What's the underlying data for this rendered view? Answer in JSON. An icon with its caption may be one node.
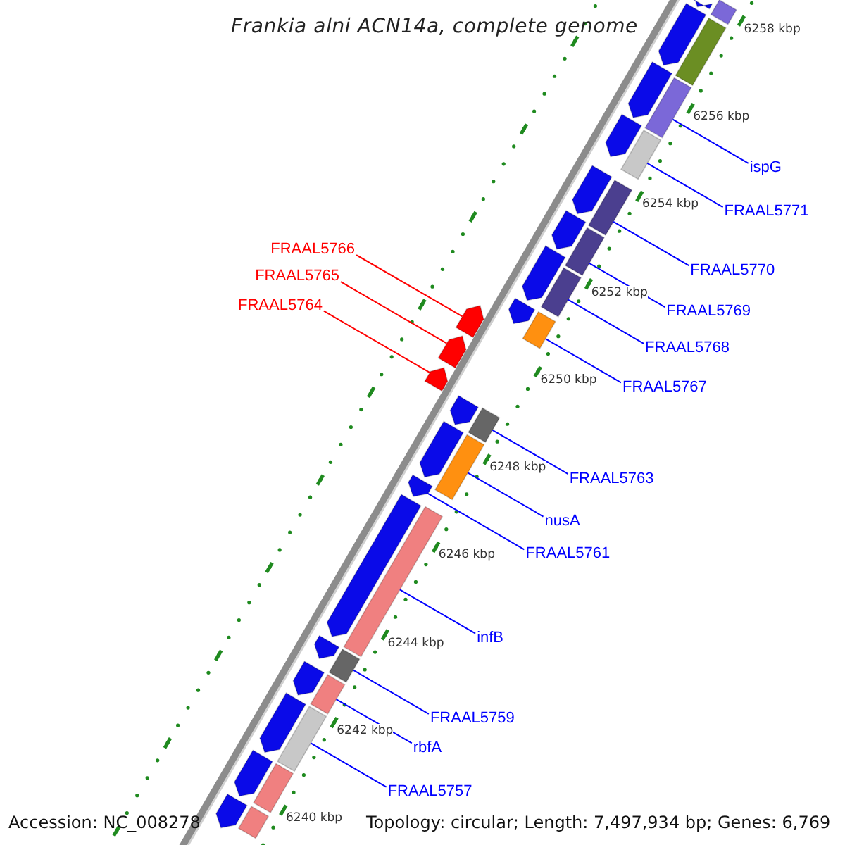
{
  "diagram": {
    "title": "Frankia alni ACN14a, complete genome",
    "nodes": [
      {
        "text": [
          "ispG"
        ]
      },
      {
        "text": [
          "FRAAL5771"
        ]
      },
      {
        "text": [
          "FRAAL5770"
        ]
      },
      {
        "text": [
          "FRAAL5769"
        ]
      },
      {
        "text": [
          "FRAAL5768"
        ]
      },
      {
        "text": [
          "FRAAL5767"
        ]
      },
      {
        "text": [
          "FRAAL5766"
        ]
      },
      {
        "text": [
          "FRAAL5765"
        ]
      },
      {
        "text": [
          "FRAAL5764"
        ]
      },
      {
        "text": [
          "FRAAL5763"
        ]
      },
      {
        "text": [
          "nusA"
        ]
      },
      {
        "text": [
          "FRAAL5761"
        ]
      },
      {
        "text": [
          "infB"
        ]
      },
      {
        "text": [
          "FRAAL5759"
        ]
      },
      {
        "text": [
          "rbfA"
        ]
      },
      {
        "text": [
          "FRAAL5757"
        ]
      },
      {
        "text": [],
        "shape": "bar"
      },
      {
        "text": [],
        "shape": "bar"
      },
      {
        "text": [],
        "shape": "bar"
      },
      {
        "text": [],
        "shape": "bar"
      },
      {
        "text": [],
        "shape": "bar"
      },
      {
        "text": [],
        "shape": "bar"
      },
      {
        "text": [],
        "shape": "pentagon"
      },
      {
        "text": [],
        "shape": "pentagon"
      },
      {
        "text": [],
        "shape": "pentagon"
      },
      {
        "text": [],
        "shape": "bar"
      },
      {
        "text": [],
        "shape": "bar"
      },
      {
        "text": [],
        "shape": "pentagon"
      },
      {
        "text": [],
        "shape": "bar"
      },
      {
        "text": [],
        "shape": "bar"
      },
      {
        "text": [],
        "shape": "bar"
      },
      {
        "text": [],
        "shape": "bar"
      },
      {
        "text": [],
        "shape": "bar"
      },
      {
        "text": [],
        "shape": "bar"
      },
      {
        "text": [],
        "shape": "bar"
      },
      {
        "text": [],
        "shape": "bar"
      },
      {
        "text": [],
        "shape": "pentagon"
      },
      {
        "text": [],
        "shape": "pentagon"
      },
      {
        "text": [],
        "shape": "pentagon"
      },
      {
        "text": [],
        "shape": "pentagon"
      },
      {
        "text": [],
        "shape": "pentagon"
      },
      {
        "text": [],
        "shape": "pentagon"
      },
      {
        "text": [],
        "shape": "pentagon"
      },
      {
        "text": [],
        "shape": "pentagon"
      },
      {
        "text": [],
        "shape": "pentagon"
      },
      {
        "text": [],
        "shape": "pentagon"
      },
      {
        "text": [],
        "shape": "pentagon"
      },
      {
        "text": [],
        "shape": "pentagon"
      },
      {
        "text": [],
        "shape": "pentagon"
      },
      {
        "text": [],
        "shape": "pentagon"
      },
      {
        "text": [],
        "shape": "pentagon"
      },
      {
        "text": [],
        "shape": "pentagon"
      }
    ],
    "edges": [
      {
        "from": 0,
        "to": 16,
        "arrow": "none"
      },
      {
        "from": 1,
        "to": 17,
        "arrow": "none"
      },
      {
        "from": 2,
        "to": 18,
        "arrow": "none"
      },
      {
        "from": 3,
        "to": 19,
        "arrow": "none"
      },
      {
        "from": 4,
        "to": 20,
        "arrow": "none"
      },
      {
        "from": 5,
        "to": 21,
        "arrow": "none"
      },
      {
        "from": 6,
        "to": 22,
        "arrow": "none",
        "color": "#ff0000"
      },
      {
        "from": 7,
        "to": 23,
        "arrow": "none",
        "color": "#ff0000"
      },
      {
        "from": 8,
        "to": 24,
        "arrow": "none",
        "color": "#ff0000"
      },
      {
        "from": 9,
        "to": 25,
        "arrow": "none"
      },
      {
        "from": 10,
        "to": 26,
        "arrow": "none"
      },
      {
        "from": 11,
        "to": 27,
        "arrow": "none"
      },
      {
        "from": 12,
        "to": 28,
        "arrow": "none"
      },
      {
        "from": 13,
        "to": 29,
        "arrow": "none"
      },
      {
        "from": 14,
        "to": 30,
        "arrow": "none"
      },
      {
        "from": 15,
        "to": 31,
        "arrow": "none"
      }
    ],
    "labels": [
      "6258 kbp",
      "6256 kbp",
      "6254 kbp",
      "6252 kbp",
      "6250 kbp",
      "6248 kbp",
      "6246 kbp",
      "6244 kbp",
      "6242 kbp",
      "6240 kbp",
      "Accession: NC_008278",
      "Topology: circular; Length: 7,497,934 bp; Genes: 6,769"
    ]
  }
}
